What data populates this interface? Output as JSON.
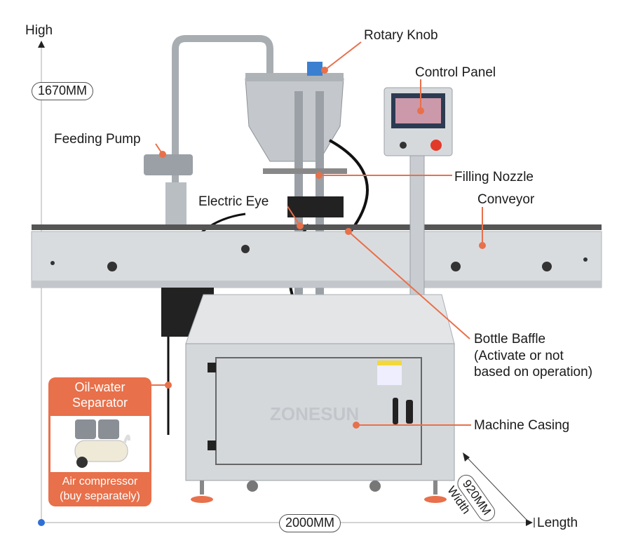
{
  "dimensions": {
    "height_axis_label": "High",
    "height_value": "1670MM",
    "length_value": "2000MM",
    "length_axis_label": "Length",
    "width_value": "920MM",
    "width_axis_label": "Width"
  },
  "callouts": {
    "rotary_knob": "Rotary Knob",
    "control_panel": "Control Panel",
    "feeding_pump": "Feeding Pump",
    "filling_nozzle": "Filling Nozzle",
    "electric_eye": "Electric Eye",
    "conveyor": "Conveyor",
    "bottle_baffle": "Bottle Baffle",
    "bottle_baffle_note_1": "(Activate or not",
    "bottle_baffle_note_2": "based on operation)",
    "machine_casing": "Machine Casing"
  },
  "accessory": {
    "title_1": "Oil-water",
    "title_2": "Separator",
    "caption_1": "Air compressor",
    "caption_2": "(buy separately)"
  },
  "watermark": "ZONESUN",
  "colors": {
    "accent": "#e8704a",
    "dimension_dot": "#2f6fd6"
  }
}
